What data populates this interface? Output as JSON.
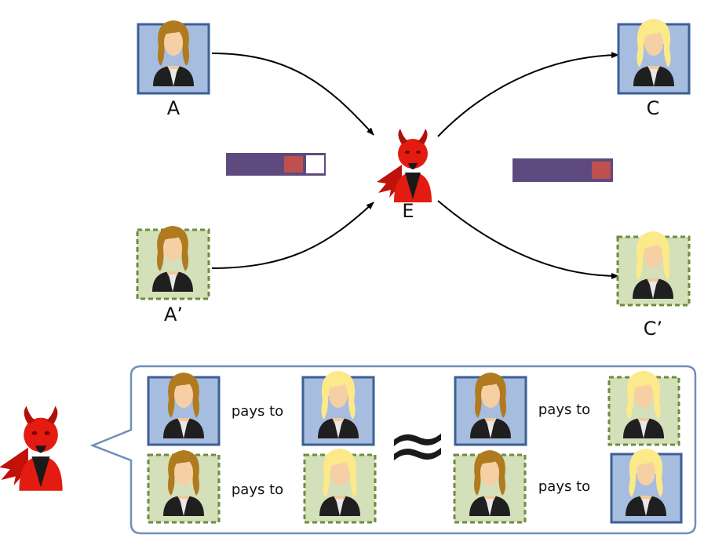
{
  "nodes": {
    "A": {
      "label": "A"
    },
    "A_prime": {
      "label": "A’"
    },
    "C": {
      "label": "C"
    },
    "C_prime": {
      "label": "C’"
    },
    "E": {
      "label": "E"
    }
  },
  "comparison": {
    "pays_to_label": "pays to",
    "approx_symbol": "≈"
  },
  "colors": {
    "blue_fill": "#a6bde0",
    "blue_border": "#3d5f95",
    "green_fill": "#d3e0b9",
    "green_border": "#6e8c3f",
    "token_purple": "#5f4a80",
    "token_red": "#c0504d",
    "devil_red": "#e31b10",
    "hair_brown": "#b07a1e",
    "hair_blonde": "#fbe98a",
    "arrow": "#000000",
    "callout_border": "#6f8fba"
  }
}
